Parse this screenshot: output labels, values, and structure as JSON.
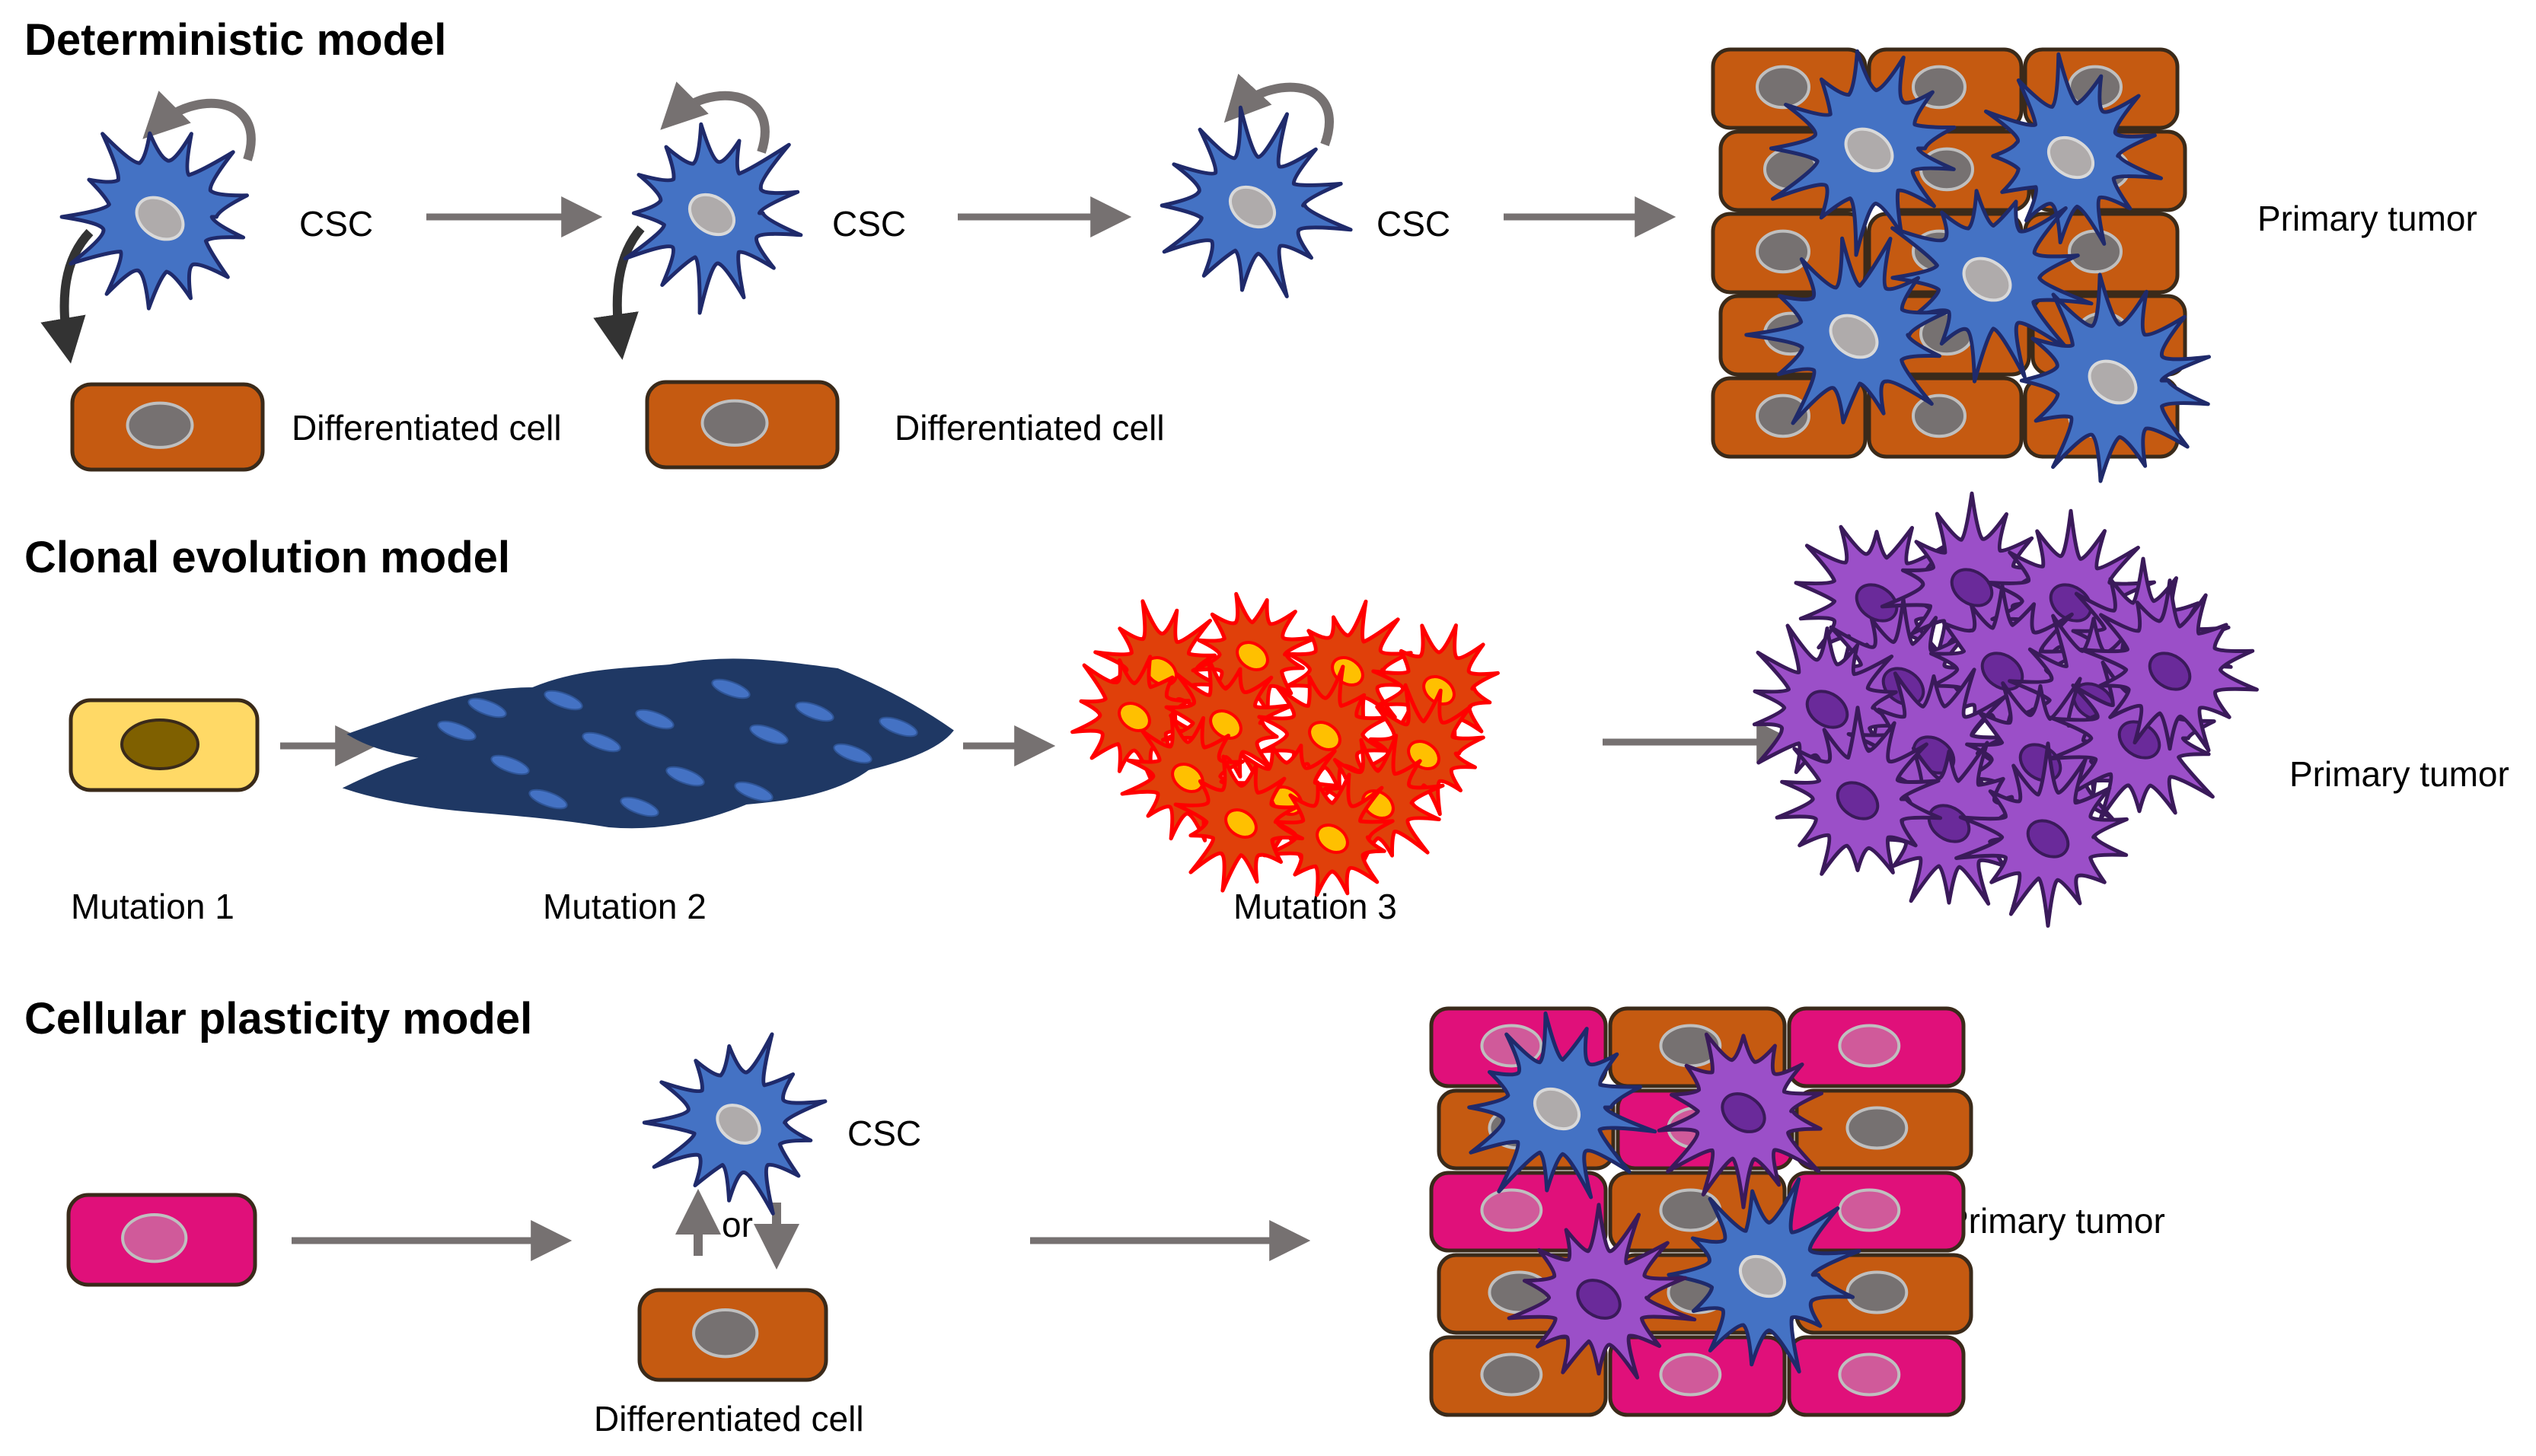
{
  "colors": {
    "csc": "#4472C4",
    "csc_stroke": "#1F2A6B",
    "csc_nucleus": "#AFABAB",
    "diff": "#C55A11",
    "diff_stroke": "#3A2A1A",
    "diff_nucleus": "#767171",
    "pink": "#E0107A",
    "pink_nucleus": "#D05A9A",
    "purple": "#9B4FC8",
    "purple_nucleus": "#6A2A9A",
    "yellow": "#FFD966",
    "yellow_nucleus": "#7F6000",
    "navy": "#1F3864",
    "navy_nucleus": "#4472C4",
    "red": "#E0400A",
    "red_nucleus": "#FFC000",
    "arrow": "#767171",
    "curved_arrow": "#333333"
  },
  "deterministic": {
    "title": "Deterministic model",
    "csc_label_1": "CSC",
    "csc_label_2": "CSC",
    "csc_label_3": "CSC",
    "diff_label_1": "Differentiated cell",
    "diff_label_2": "Differentiated cell",
    "tumor_label": "Primary tumor"
  },
  "clonal": {
    "title": "Clonal evolution model",
    "mutation_1": "Mutation 1",
    "mutation_2": "Mutation 2",
    "mutation_3": "Mutation 3",
    "tumor_label": "Primary tumor"
  },
  "plasticity": {
    "title": "Cellular plasticity model",
    "csc_label": "CSC",
    "or_label": "or",
    "diff_label": "Differentiated cell",
    "tumor_label": "Primary tumor"
  }
}
